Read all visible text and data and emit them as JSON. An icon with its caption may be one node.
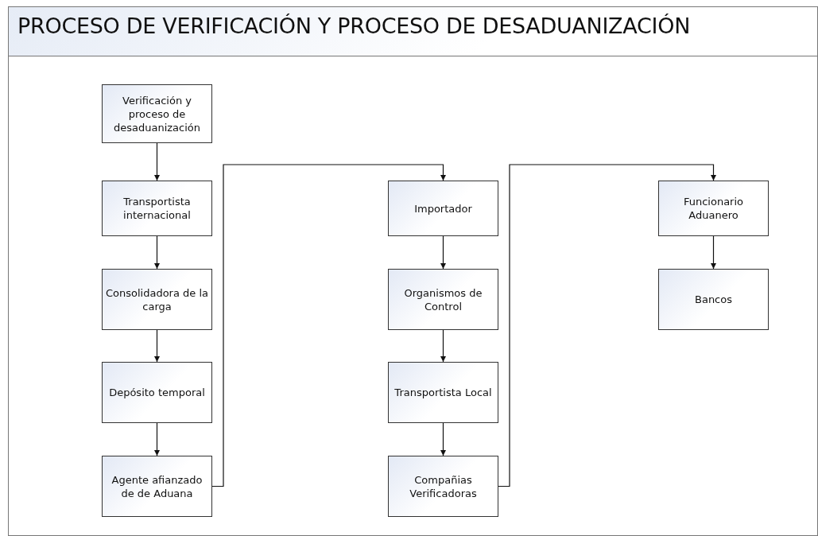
{
  "diagram": {
    "title": "PROCESO DE VERIFICACIÓN Y PROCESO DE DESADUANIZACIÓN",
    "nodes": [
      {
        "text": [
          "Verificación y proceso de desaduanización"
        ]
      },
      {
        "text": [
          "Transportista internacional"
        ]
      },
      {
        "text": [
          "Consolidadora de la carga"
        ]
      },
      {
        "text": [
          "Depósito temporal"
        ]
      },
      {
        "text": [
          "Agente afianzado de de Aduana"
        ]
      },
      {
        "text": [
          "Importador"
        ]
      },
      {
        "text": [
          "Organismos de Control"
        ]
      },
      {
        "text": [
          "Transportista Local"
        ]
      },
      {
        "text": [
          "Compañias Verificadoras"
        ]
      },
      {
        "text": [
          "Funcionario Aduanero"
        ]
      },
      {
        "text": [
          "Bancos"
        ]
      }
    ],
    "edges": [
      {
        "from": 0,
        "to": 1,
        "arrow": "to"
      },
      {
        "from": 1,
        "to": 2,
        "arrow": "to"
      },
      {
        "from": 2,
        "to": 3,
        "arrow": "to"
      },
      {
        "from": 3,
        "to": 4,
        "arrow": "to"
      },
      {
        "from": 4,
        "to": 5,
        "arrow": "to"
      },
      {
        "from": 5,
        "to": 6,
        "arrow": "to"
      },
      {
        "from": 6,
        "to": 7,
        "arrow": "to"
      },
      {
        "from": 7,
        "to": 8,
        "arrow": "to"
      },
      {
        "from": 8,
        "to": 9,
        "arrow": "to"
      },
      {
        "from": 9,
        "to": 10,
        "arrow": "to"
      }
    ]
  }
}
